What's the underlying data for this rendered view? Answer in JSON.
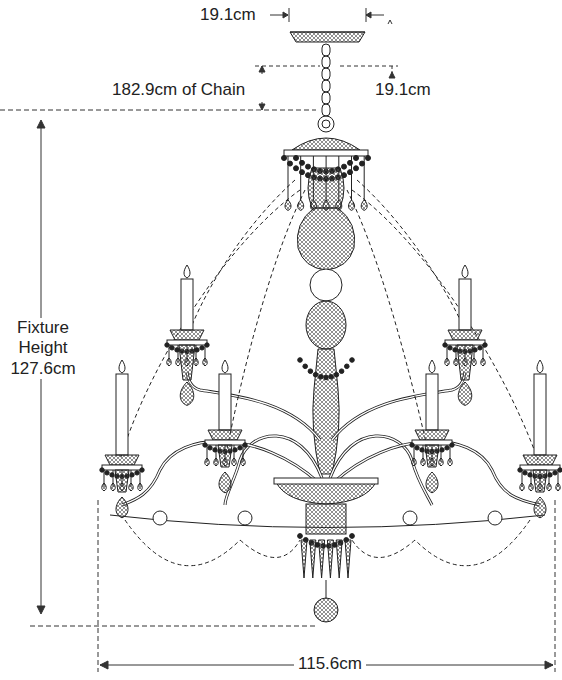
{
  "diagram": {
    "labels": [
      "19.1cm",
      "182.9cm of Chain",
      "19.1cm",
      "Fixture Height 127.6cm",
      "115.6cm"
    ]
  }
}
